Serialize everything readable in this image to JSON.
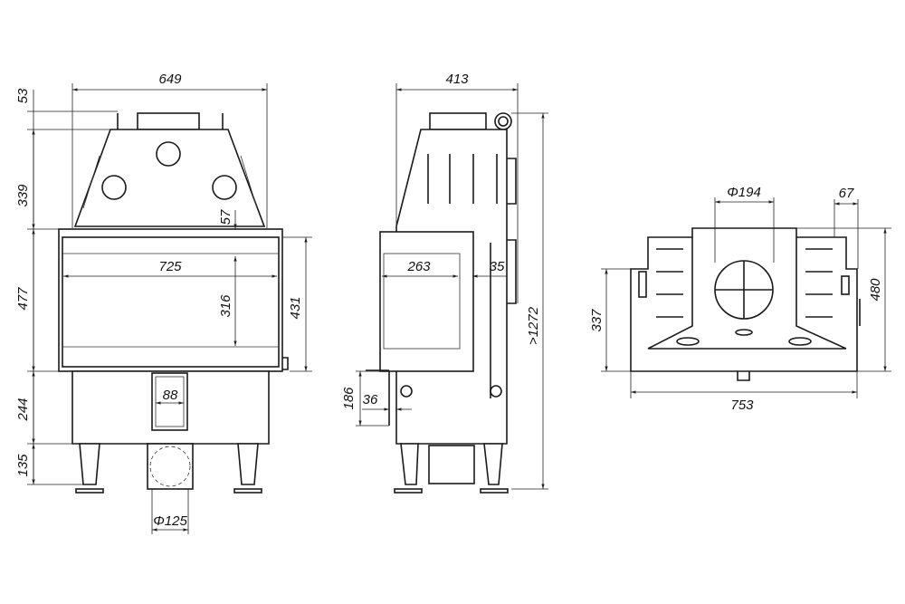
{
  "front_view": {
    "width_overall": "649",
    "height_flue_collar": "53",
    "height_hood": "339",
    "door_offset": "57",
    "glass_width": "725",
    "glass_height": "316",
    "door_height": "431",
    "firebox_height": "477",
    "duct_width": "88",
    "base_height": "244",
    "leg_height": "135",
    "flue_diameter": "Φ125"
  },
  "side_view": {
    "depth_overall": "413",
    "glass_depth": "263",
    "rear_gap": "35",
    "total_height": ">1272",
    "handle_height": "186",
    "handle_depth": "36"
  },
  "top_view": {
    "collar_diameter": "Φ194",
    "side_offset": "67",
    "depth": "480",
    "body_depth": "337",
    "width": "753"
  },
  "colors": {
    "line": "#1a1a1a",
    "background": "#ffffff"
  }
}
